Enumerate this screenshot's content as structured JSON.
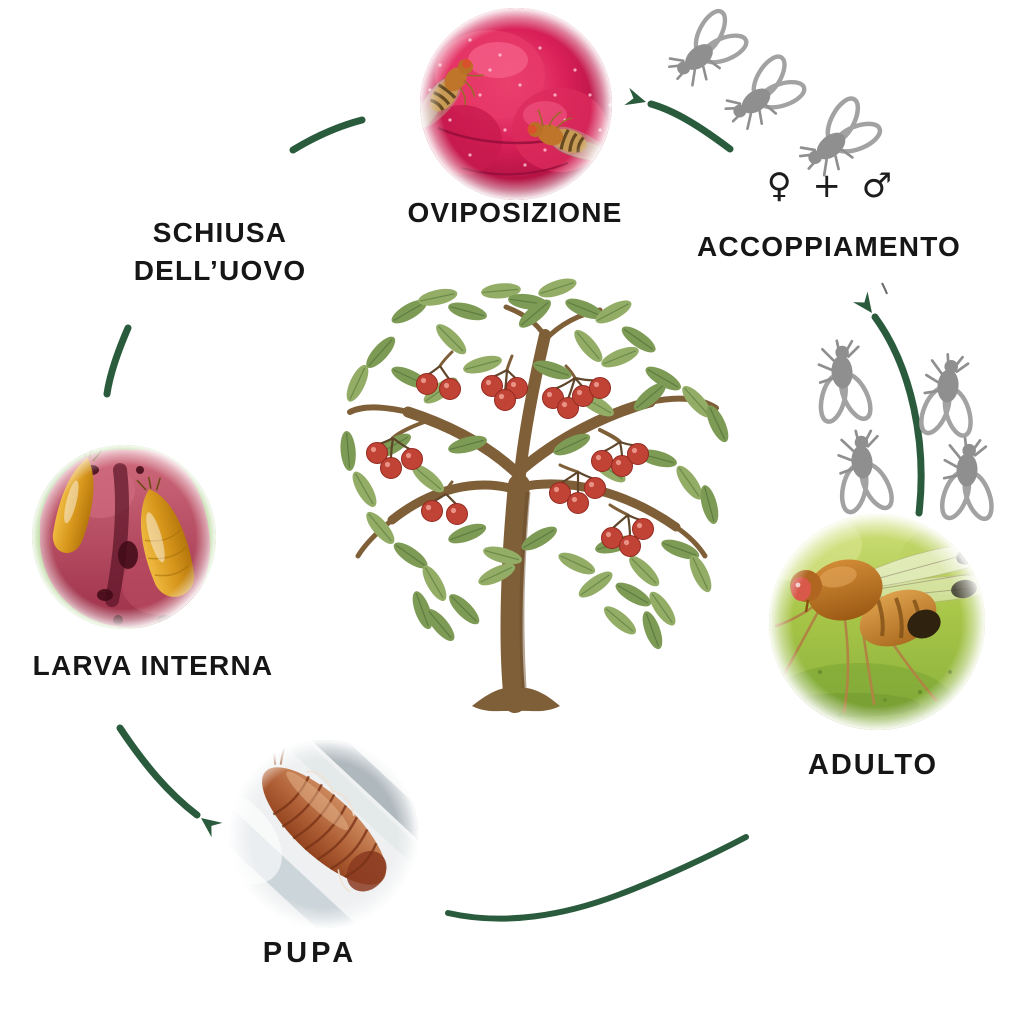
{
  "stages": {
    "oviposizione": {
      "label": "OVIPOSIZIONE"
    },
    "accoppiamento": {
      "label": "ACCOPPIAMENTO",
      "pair_symbols": "♀ + ♂"
    },
    "adulto": {
      "label": "ADULTO"
    },
    "pupa": {
      "label": "PUPA"
    },
    "larva_interna": {
      "label": "LARVA INTERNA"
    },
    "schiusa_delluovo": {
      "label_line1": "SCHIUSA",
      "label_line2": "DELL’UOVO"
    }
  },
  "icons": {
    "center_illustration": "cherry-tree",
    "fly_silhouette": "fly-icon",
    "female_symbol": "♀",
    "male_symbol": "♂"
  },
  "colors": {
    "background": "#ffffff",
    "arrow_green": "#2a5b3d",
    "silhouette_gray": "#8f8f8f",
    "label_text": "#161616"
  }
}
